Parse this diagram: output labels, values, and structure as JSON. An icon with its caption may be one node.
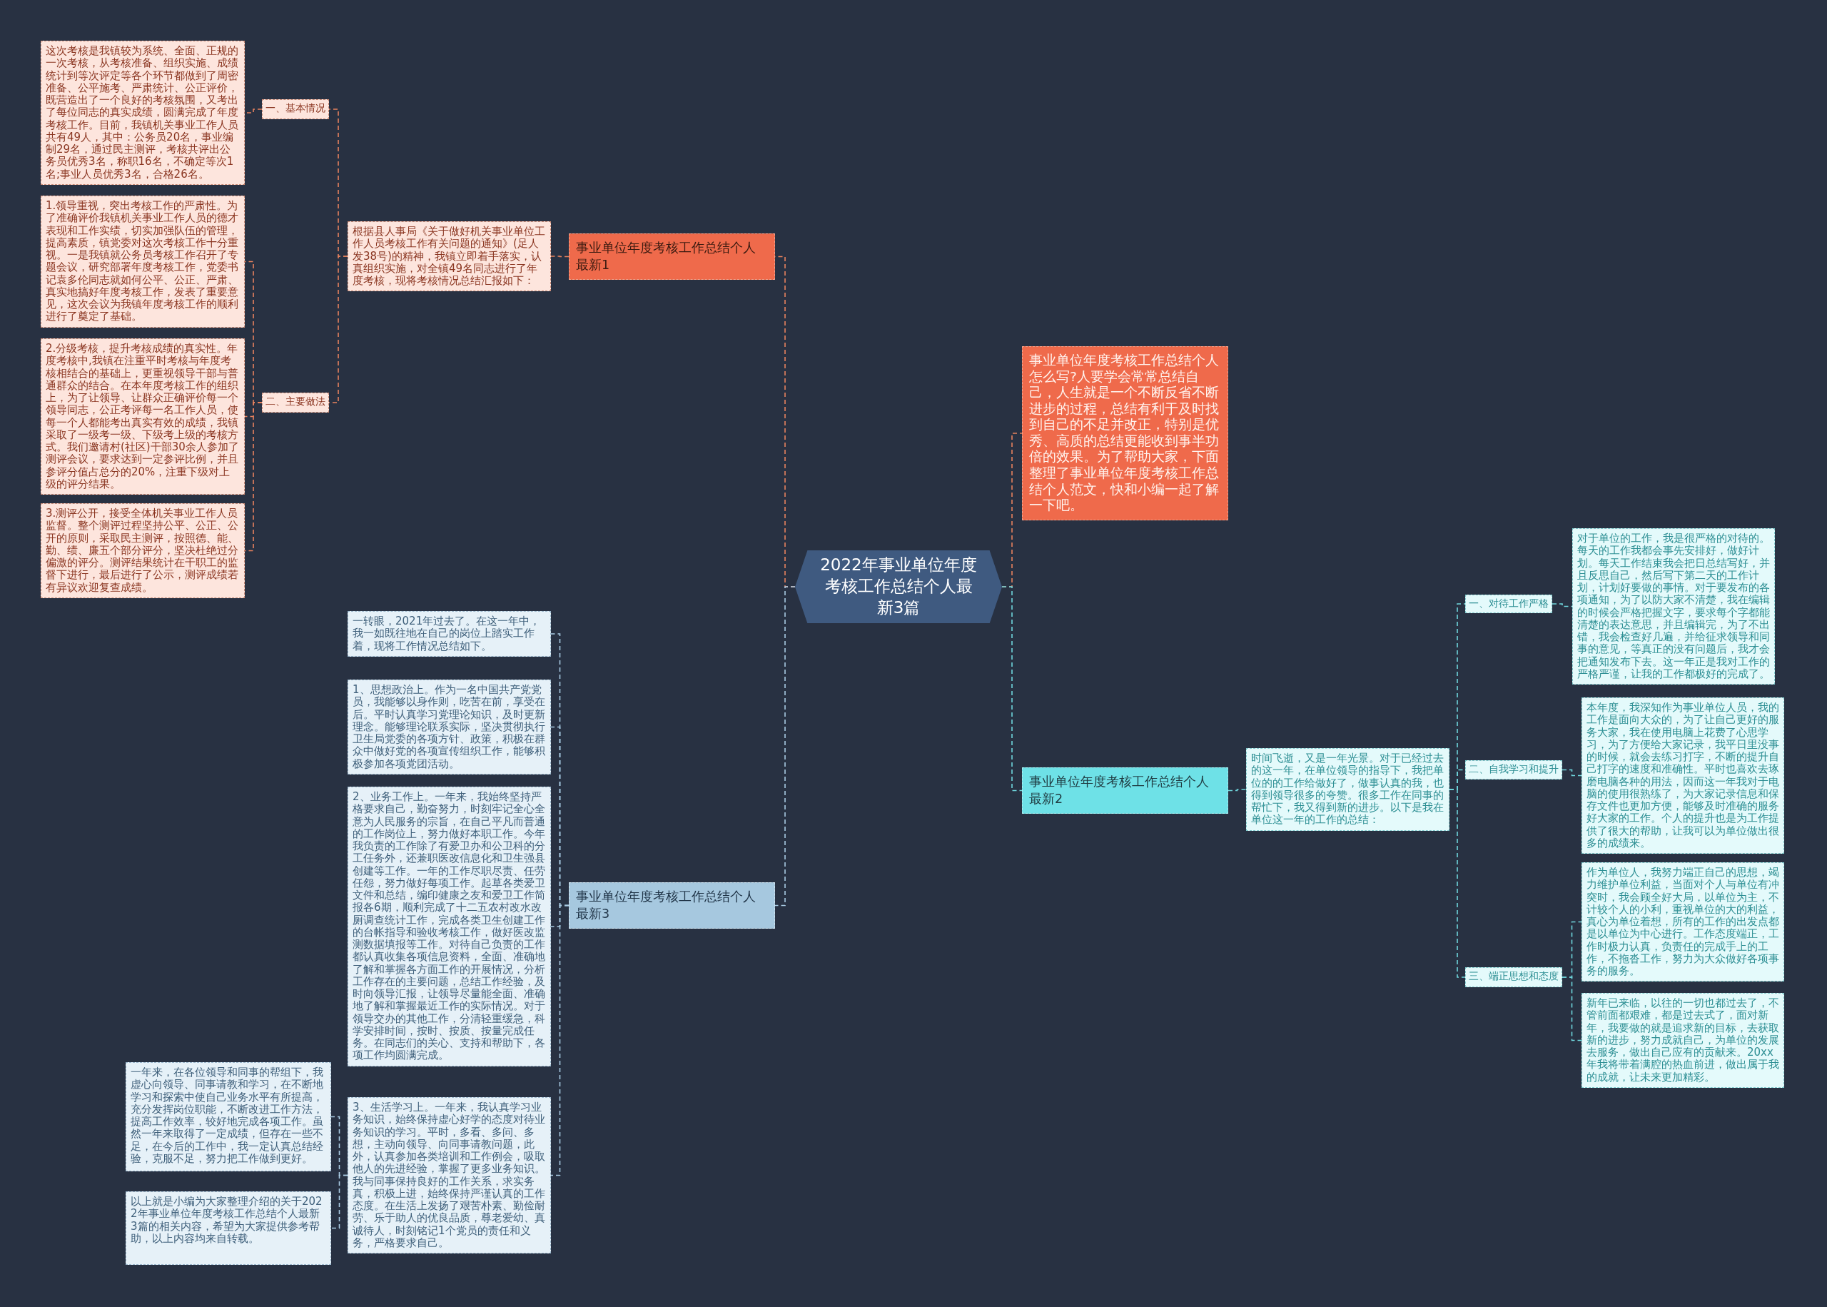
{
  "diagram": {
    "nodes": [
      {
        "text": [
          "2022年事业单位年度考核工作总结个人最新3篇"
        ]
      },
      {
        "text": [
          "事业单位年度考核工作总结个人最新1"
        ]
      },
      {
        "text": [
          "根据县人事局《关于做好机关事业单位工作人员考核工作有关问题的通知》(足人发38号)的精神，我镇立即着手落实，认真组织实施，对全镇49名同志进行了年度考核，现将考核情况总结汇报如下："
        ]
      },
      {
        "text": [
          "一、基本情况"
        ]
      },
      {
        "text": [
          "这次考核是我镇较为系统、全面、正规的一次考核，从考核准备、组织实施、成绩统计到等次评定等各个环节都做到了周密准备、公平施考、严肃统计、公正评价，既营造出了一个良好的考核氛围，又考出了每位同志的真实成绩，圆满完成了年度考核工作。目前，我镇机关事业工作人员共有49人，其中：公务员20名，事业编制29名，通过民主测评，考核共评出公务员优秀3名，称职16名，不确定等次1名;事业人员优秀3名，合格26名。"
        ]
      },
      {
        "text": [
          "二、主要做法"
        ]
      },
      {
        "text": [
          "1.领导重视，突出考核工作的严肃性。为了准确评价我镇机关事业工作人员的德才表现和工作实绩，切实加强队伍的管理，提高素质，镇党委对这次考核工作十分重视。一是我镇就公务员考核工作召开了专题会议，研究部署年度考核工作，党委书记袁多伦同志就如何公平、公正、严肃、真实地搞好年度考核工作，发表了重要意见，这次会议为我镇年度考核工作的顺利进行了奠定了基础。"
        ]
      },
      {
        "text": [
          "2.分级考核，提升考核成绩的真实性。年度考核中,我镇在注重平时考核与年度考核相结合的基础上，更重视领导干部与普通群众的结合。在本年度考核工作的组织上，为了让领导、让群众正确评价每一个领导同志，公正考评每一名工作人员，使每一个人都能考出真实有效的成绩，我镇采取了一级考一级、下级考上级的考核方式。我们邀请村(社区)干部30余人参加了测评会议，要求达到一定参评比例，并且参评分值占总分的20%，注重下级对上级的评分结果。"
        ]
      },
      {
        "text": [
          "3.测评公开，接受全体机关事业工作人员监督。整个测评过程坚持公平、公正、公开的原则，采取民主测评，按照德、能、勤、绩、廉五个部分评分，坚决杜绝过分偏激的评分。测评结果统计在干职工的监督下进行，最后进行了公示，测评成绩若有异议欢迎复查成绩。"
        ]
      },
      {
        "text": [
          "事业单位年度考核工作总结个人怎么写?人要学会常常总结自己，人生就是一个不断反省不断进步的过程，总结有利于及时找到自己的不足并改正，特别是优秀、高质的总结更能收到事半功倍的效果。为了帮助大家，下面整理了事业单位年度考核工作总结个人范文，快和小编一起了解一下吧。"
        ]
      },
      {
        "text": [
          "事业单位年度考核工作总结个人最新2"
        ]
      },
      {
        "text": [
          "时间飞逝，又是一年光景。对于已经过去的这一年，在单位领导的指导下，我把单位的的工作给做好了，做事认真的我，也得到领导很多的夸赞。很多工作在同事的帮忙下，我又得到新的进步。以下是我在单位这一年的工作的总结："
        ]
      },
      {
        "text": [
          "一、对待工作严格"
        ]
      },
      {
        "text": [
          "对于单位的工作，我是很严格的对待的。每天的工作我都会事先安排好，做好计划。每天工作结束我会把日总结写好，并且反思自己，然后写下第二天的工作计划，计划好要做的事情。对于要发布的各项通知，为了以防大家不清楚，我在编辑的时候会严格把握文字，要求每个字都能清楚的表达意思，并且编辑完，为了不出错，我会检查好几遍，并给征求领导和同事的意见，等真正的没有问题后，我才会把通知发布下去。这一年正是我对工作的严格严谨，让我的工作都极好的完成了。"
        ]
      },
      {
        "text": [
          "二、自我学习和提升"
        ]
      },
      {
        "text": [
          "本年度，我深知作为事业单位人员，我的工作是面向大众的，为了让自己更好的服务大家，我在使用电脑上花费了心思学习，为了方便给大家记录，我平日里没事的时候，就会去练习打字，不断的提升自己打字的速度和准确性。平时也喜欢去琢磨电脑各种的用法，因而这一年我对于电脑的使用很熟练了，为大家记录信息和保存文件也更加方便，能够及时准确的服务好大家的工作。个人的提升也是为工作提供了很大的帮助，让我可以为单位做出很多的成绩来。"
        ]
      },
      {
        "text": [
          "三、端正思想和态度"
        ]
      },
      {
        "text": [
          "作为单位人，我努力端正自己的思想，竭力维护单位利益，当面对个人与单位有冲突时，我会顾全好大局，以单位为主，不计较个人的小利，重视单位的大的利益，真心为单位着想，所有的工作的出发点都是以单位为中心进行。工作态度端正，工作时极力认真，负责任的完成手上的工作，不拖沓工作，努力为大众做好各项事务的服务。"
        ]
      },
      {
        "text": [
          "新年已来临，以往的一切也都过去了，不管前面都艰难，都是过去式了，面对新年，我要做的就是追求新的目标，去获取新的进步，努力成就自己，为单位的发展去服务，做出自己应有的贡献来。20xx年我将带着满腔的热血前进，做出属于我的成就，让未来更加精彩。"
        ]
      },
      {
        "text": [
          "事业单位年度考核工作总结个人最新3"
        ]
      },
      {
        "text": [
          "一转眼，2021年过去了。在这一年中，我一如既往地在自己的岗位上踏实工作着，现将工作情况总结如下。"
        ]
      },
      {
        "text": [
          "1、思想政治上。作为一名中国共产党党员，我能够以身作则，吃苦在前，享受在后。平时认真学习党理论知识，及时更新理念。能够理论联系实际，坚决贯彻执行卫生局党委的各项方针、政策，积极在群众中做好党的各项宣传组织工作，能够积极参加各项党团活动。"
        ]
      },
      {
        "text": [
          "2、业务工作上。一年来，我始终坚持严格要求自己，勤奋努力，时刻牢记全心全意为人民服务的宗旨，在自己平凡而普通的工作岗位上，努力做好本职工作。今年我负责的工作除了有爱卫办和公卫科的分工任务外，还兼职医改信息化和卫生强县创建等工作。一年的工作尽职尽责、任劳任怨，努力做好每项工作。起草各类爱卫文件和总结，编印健康之友和爱卫工作简报各6期，顺利完成了十二五农村改水改厕调查统计工作，完成各类卫生创建工作的台帐指导和验收考核工作，做好医改监测数据填报等工作。对待自己负责的工作都认真收集各项信息资料，全面、准确地了解和掌握各方面工作的开展情况，分析工作存在的主要问题，总结工作经验，及时向领导汇报，让领导尽量能全面、准确地了解和掌握最近工作的实际情况。对于领导交办的其他工作，分清轻重缓急，科学安排时间，按时、按质、按量完成任务。在同志们的关心、支持和帮助下，各项工作均圆满完成。"
        ]
      },
      {
        "text": [
          "3、生活学习上。一年来，我认真学习业务知识，始终保持虚心好学的态度对待业务知识的学习。平时，多看、多问、多想，主动向领导、向同事请教问题，此外，认真参加各类培训和工作例会，吸取他人的先进经验，掌握了更多业务知识。我与同事保持良好的工作关系，求实务真，积极上进，始终保持严谨认真的工作态度。在生活上发扬了艰苦朴素、勤俭耐劳、乐于助人的优良品质，尊老爱幼、真诚待人，时刻铭记1个党员的责任和义务，严格要求自己。"
        ]
      },
      {
        "text": [
          "一年来，在各位领导和同事的帮组下，我虚心向领导、同事请教和学习，在不断地学习和探索中使自己业务水平有所提高，充分发挥岗位职能，不断改进工作方法，提高工作效率，较好地完成各项工作。虽然一年来取得了一定成绩，但存在一些不足，在今后的工作中，我一定认真总结经验，克服不足，努力把工作做到更好。"
        ]
      },
      {
        "text": [
          "以上就是小编为大家整理介绍的关于2022年事业单位年度考核工作总结个人最新3篇的相关内容，希望为大家提供参考帮助，以上内容均来自转载。"
        ]
      }
    ],
    "edges": [
      {
        "from": 0,
        "to": 9,
        "arrow": "none",
        "style": "dashed",
        "color": "#e8825e"
      },
      {
        "from": 0,
        "to": 1,
        "arrow": "none",
        "style": "dashed",
        "color": "#e8825e"
      },
      {
        "from": 1,
        "to": 2,
        "arrow": "none",
        "style": "dashed",
        "color": "#e8825e"
      },
      {
        "from": 2,
        "to": 3,
        "arrow": "none",
        "style": "dashed",
        "color": "#e8825e"
      },
      {
        "from": 3,
        "to": 4,
        "arrow": "none",
        "style": "dashed",
        "color": "#e8825e"
      },
      {
        "from": 2,
        "to": 5,
        "arrow": "none",
        "style": "dashed",
        "color": "#e8825e"
      },
      {
        "from": 5,
        "to": 6,
        "arrow": "none",
        "style": "dashed",
        "color": "#e8825e"
      },
      {
        "from": 5,
        "to": 7,
        "arrow": "none",
        "style": "dashed",
        "color": "#e8825e"
      },
      {
        "from": 5,
        "to": 8,
        "arrow": "none",
        "style": "dashed",
        "color": "#e8825e"
      },
      {
        "from": 0,
        "to": 10,
        "arrow": "none",
        "style": "dashed",
        "color": "#6fd6dc"
      },
      {
        "from": 10,
        "to": 11,
        "arrow": "none",
        "style": "dashed",
        "color": "#6fd6dc"
      },
      {
        "from": 11,
        "to": 12,
        "arrow": "none",
        "style": "dashed",
        "color": "#6fd6dc"
      },
      {
        "from": 12,
        "to": 13,
        "arrow": "none",
        "style": "dashed",
        "color": "#6fd6dc"
      },
      {
        "from": 11,
        "to": 14,
        "arrow": "none",
        "style": "dashed",
        "color": "#6fd6dc"
      },
      {
        "from": 14,
        "to": 15,
        "arrow": "none",
        "style": "dashed",
        "color": "#6fd6dc"
      },
      {
        "from": 11,
        "to": 16,
        "arrow": "none",
        "style": "dashed",
        "color": "#6fd6dc"
      },
      {
        "from": 16,
        "to": 17,
        "arrow": "none",
        "style": "dashed",
        "color": "#6fd6dc"
      },
      {
        "from": 16,
        "to": 18,
        "arrow": "none",
        "style": "dashed",
        "color": "#6fd6dc"
      },
      {
        "from": 0,
        "to": 19,
        "arrow": "none",
        "style": "dashed",
        "color": "#a9cbe3"
      },
      {
        "from": 19,
        "to": 20,
        "arrow": "none",
        "style": "dashed",
        "color": "#a9cbe3"
      },
      {
        "from": 19,
        "to": 21,
        "arrow": "none",
        "style": "dashed",
        "color": "#a9cbe3"
      },
      {
        "from": 19,
        "to": 22,
        "arrow": "none",
        "style": "dashed",
        "color": "#a9cbe3"
      },
      {
        "from": 19,
        "to": 23,
        "arrow": "none",
        "style": "dashed",
        "color": "#a9cbe3"
      },
      {
        "from": 23,
        "to": 24,
        "arrow": "none",
        "style": "dashed",
        "color": "#a9cbe3"
      },
      {
        "from": 23,
        "to": 25,
        "arrow": "none",
        "style": "dashed",
        "color": "#a9cbe3"
      }
    ]
  }
}
